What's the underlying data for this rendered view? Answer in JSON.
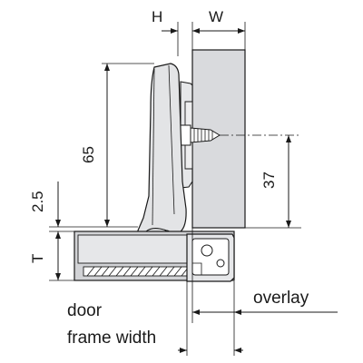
{
  "labels": {
    "h": "H",
    "w": "W",
    "d65": "65",
    "d37": "37",
    "d25": "2.5",
    "t": "T",
    "overlay": "overlay",
    "door": "door",
    "frame_width": "frame width"
  },
  "colors": {
    "line": "#1a1a1a",
    "cabinet_fill": "#d9dadd",
    "hinge_fill": "#e3e4e6",
    "door_fill": "#d2d3d6"
  }
}
